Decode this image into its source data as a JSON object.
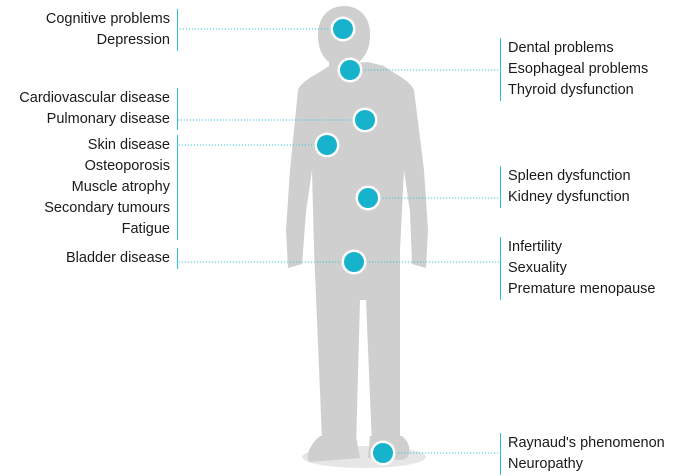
{
  "colors": {
    "accent": "#17b3cd",
    "silhouette": "#cfcfcf",
    "connector": "#3cc4d8",
    "text": "#1a1a1a"
  },
  "groups": [
    {
      "id": "head",
      "items": [
        "Cognitive problems",
        "Depression"
      ]
    },
    {
      "id": "neck",
      "items": [
        "Dental problems",
        "Esophageal problems",
        "Thyroid dysfunction"
      ]
    },
    {
      "id": "chest",
      "items": [
        "Cardiovascular disease",
        "Pulmonary disease"
      ]
    },
    {
      "id": "skin",
      "items": [
        "Skin disease",
        "Osteoporosis",
        "Muscle atrophy",
        "Secondary tumours",
        "Fatigue"
      ]
    },
    {
      "id": "abdomen",
      "items": [
        "Spleen dysfunction",
        "Kidney dysfunction"
      ]
    },
    {
      "id": "bladder",
      "items": [
        "Bladder disease"
      ]
    },
    {
      "id": "reproductive",
      "items": [
        "Infertility",
        "Sexuality",
        "Premature menopause"
      ]
    },
    {
      "id": "foot",
      "items": [
        "Raynaud's phenomenon",
        "Neuropathy"
      ]
    }
  ]
}
